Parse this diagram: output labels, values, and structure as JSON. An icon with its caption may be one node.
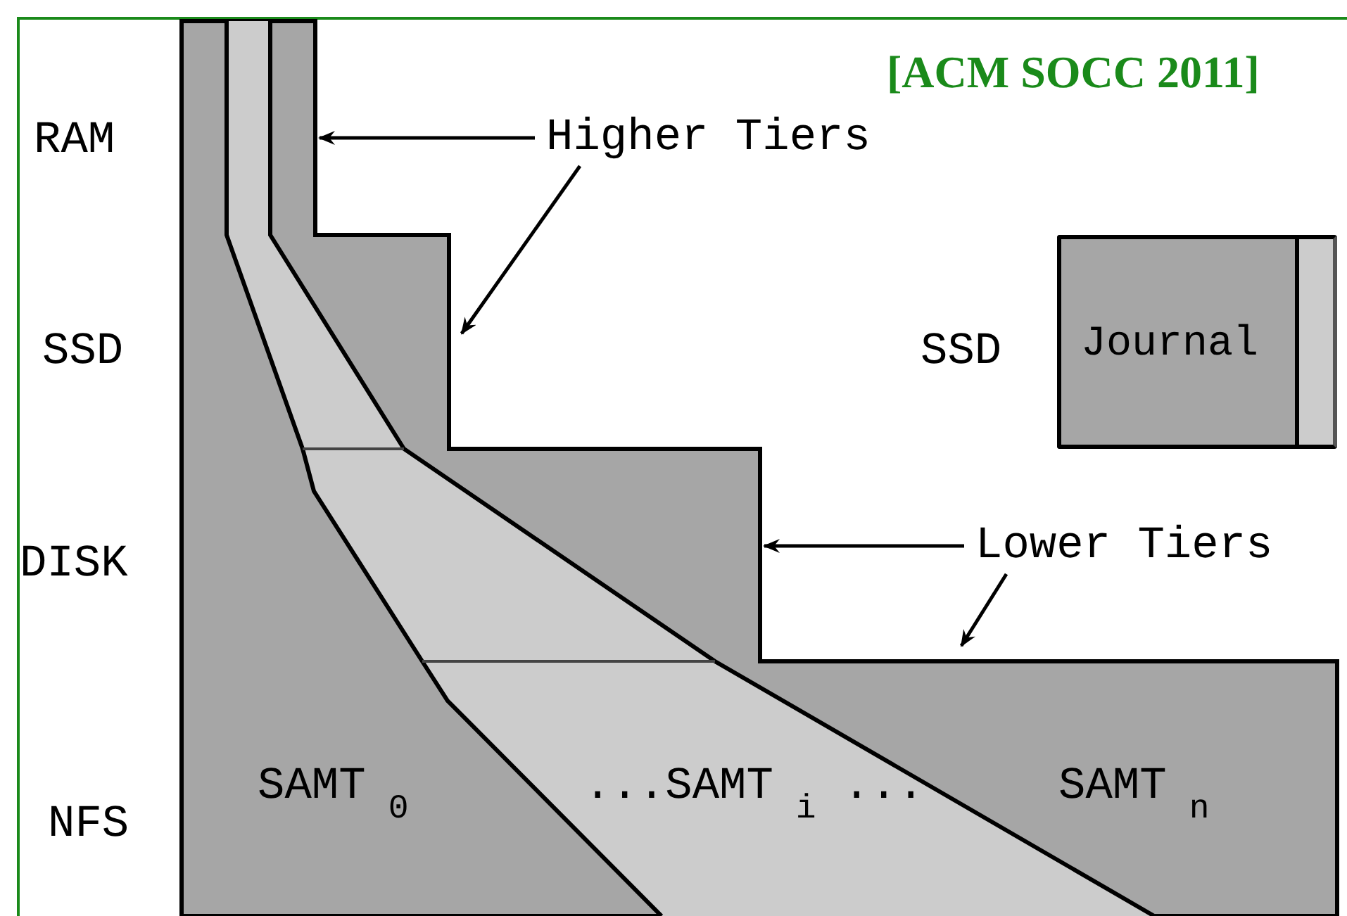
{
  "diagram": {
    "nodes": [
      {
        "text": [
          "Higher Tiers"
        ]
      },
      {
        "text": [
          "Lower Tiers"
        ]
      },
      {
        "text": [
          "Journal"
        ]
      }
    ],
    "edges": [
      {
        "from": 0,
        "to": null,
        "arrow": "to"
      },
      {
        "from": 0,
        "to": null,
        "arrow": "to"
      },
      {
        "from": 1,
        "to": null,
        "arrow": "to"
      },
      {
        "from": 1,
        "to": null,
        "arrow": "to"
      }
    ],
    "labels": [
      "[ACM SOCC 2011]",
      "RAM",
      "SSD",
      "SSD",
      "DISK",
      "NFS",
      "SAMT$_{0}$",
      "...SAMT$_{i}$ ...",
      "SAMT$_{n}$"
    ]
  }
}
